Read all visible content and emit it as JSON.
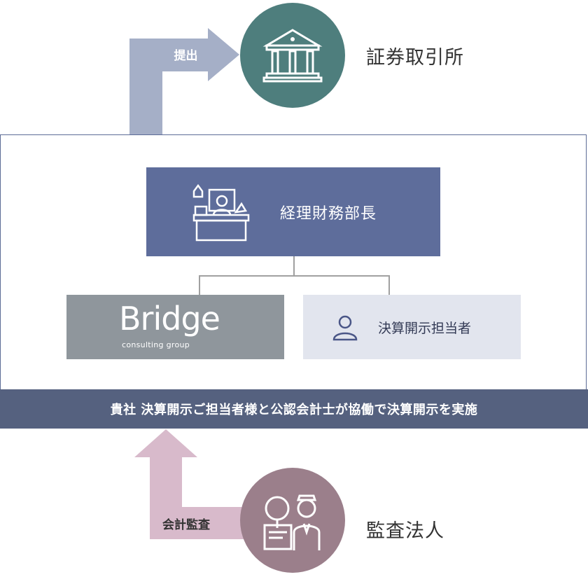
{
  "top_arrow": {
    "label": "提出"
  },
  "exchange": {
    "label": "証券取引所",
    "icon": "bank-building-icon"
  },
  "manager": {
    "label": "経理財務部長",
    "icon": "office-worker-desk-icon"
  },
  "bridge": {
    "logo": "Bridge",
    "sub": "consulting group"
  },
  "disclosure": {
    "label": "決算開示担当者",
    "icon": "person-icon"
  },
  "banner": {
    "text": "貴社 決算開示ご担当者様と公認会計士が協働で決算開示を実施"
  },
  "bottom_arrow": {
    "label": "会計監査"
  },
  "audit": {
    "label": "監査法人",
    "icon": "auditor-magnifier-icon"
  },
  "colors": {
    "exchange_circle": "#4e7e7d",
    "manager_box": "#5e6d9b",
    "bridge_box": "#8f969c",
    "disclosure_box": "#e2e5ee",
    "banner": "#55617f",
    "top_arrow": "#a5afc7",
    "bottom_arrow": "#d8bacb",
    "audit_circle": "#9b7f8b"
  }
}
